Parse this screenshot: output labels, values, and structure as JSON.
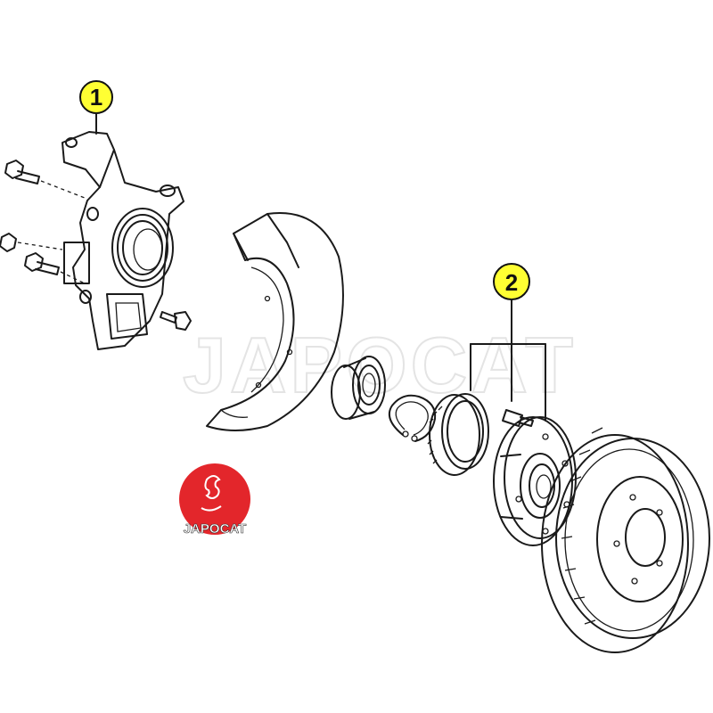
{
  "watermark": {
    "text": "JAPOCAT"
  },
  "logo": {
    "text": "JAPOCAT",
    "color": "#e3262b"
  },
  "callouts": [
    {
      "label": "1",
      "color": "#ffff33"
    },
    {
      "label": "2",
      "color": "#ffff33"
    }
  ]
}
